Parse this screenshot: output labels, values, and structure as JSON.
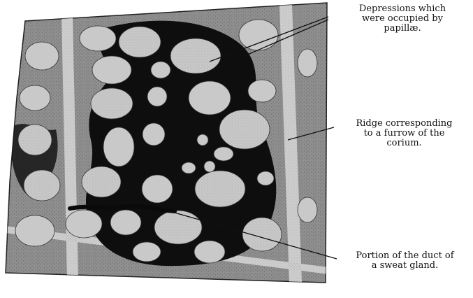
{
  "labels": {
    "depressions": {
      "line1": "Depressions which",
      "line2": "were occupied by",
      "line3": "papillæ."
    },
    "ridge": {
      "line1": "Ridge corresponding",
      "line2": "to a furrow of the",
      "line3": "corium."
    },
    "duct": {
      "line1": "Portion of the duct of",
      "line2": "a sweat gland."
    }
  },
  "colors": {
    "background": "#ffffff",
    "tissue": "#8f8f8f",
    "papilla": "#c9c9c9",
    "ridge_band": "#d6d6d6",
    "dark_region": "#0e0e0e",
    "ink": "#111111"
  }
}
